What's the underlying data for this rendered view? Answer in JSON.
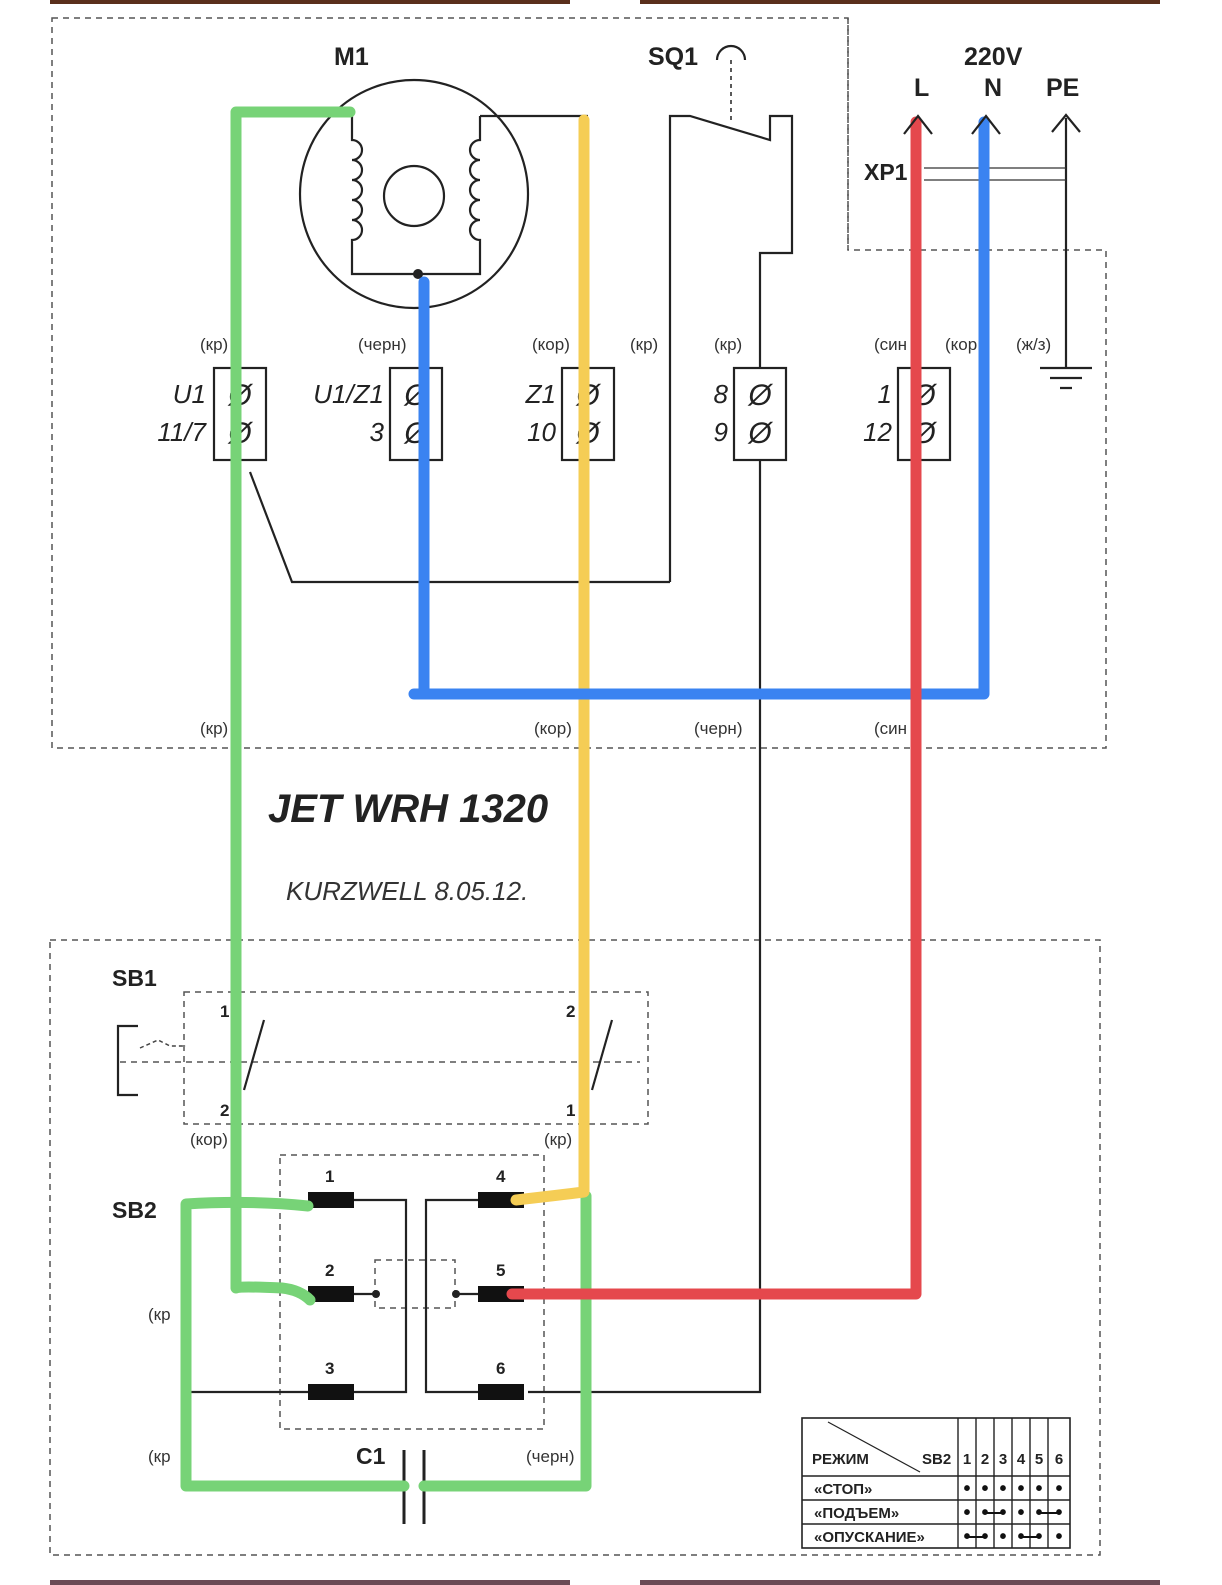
{
  "colors": {
    "green": "#77d377",
    "yellow": "#f5cd55",
    "blue": "#3a83f1",
    "red": "#e5484d",
    "line": "#222222",
    "header_bar": "#5a2f1c"
  },
  "motor": {
    "label": "M1"
  },
  "limit_switch": {
    "label": "SQ1"
  },
  "power": {
    "voltage": "220V",
    "l": "L",
    "n": "N",
    "pe": "PE",
    "plug": "XP1"
  },
  "top_wire_colors": [
    "(кр)",
    "(черн)",
    "(кор)",
    "(кр)",
    "(кр)",
    "(син",
    "(кор",
    "(ж/з)"
  ],
  "terminals": {
    "t1": [
      "U1",
      "11/7"
    ],
    "t2": [
      "U1/Z1",
      "3"
    ],
    "t3": [
      "Z1",
      "10"
    ],
    "t4": [
      "8",
      "9"
    ],
    "t5": [
      "1",
      "12"
    ]
  },
  "mid_wire_colors": [
    "(кр)",
    "(кор)",
    "(черн)",
    "(син"
  ],
  "title": {
    "model": "JET WRH 1320",
    "author": "KURZWELL 8.05.12."
  },
  "sb1": {
    "label": "SB1",
    "c1": "1",
    "c2": "2",
    "c3": "2",
    "c4": "1",
    "w_left": "(кор)",
    "w_right": "(кр)"
  },
  "sb2": {
    "label": "SB2",
    "contacts": [
      "1",
      "2",
      "3",
      "4",
      "5",
      "6"
    ]
  },
  "capacitor": {
    "label": "C1"
  },
  "bottom_wire_colors": {
    "left1": "(кр",
    "left2": "(кр",
    "right": "(черн)"
  },
  "mode_table": {
    "header": "РЕЖИМ",
    "switch": "SB2",
    "columns": [
      "1",
      "2",
      "3",
      "4",
      "5",
      "6"
    ],
    "rows": [
      "«СТОП»",
      "«ПОДЪЕМ»",
      "«ОПУСКАНИЕ»"
    ],
    "symbol": "•"
  }
}
